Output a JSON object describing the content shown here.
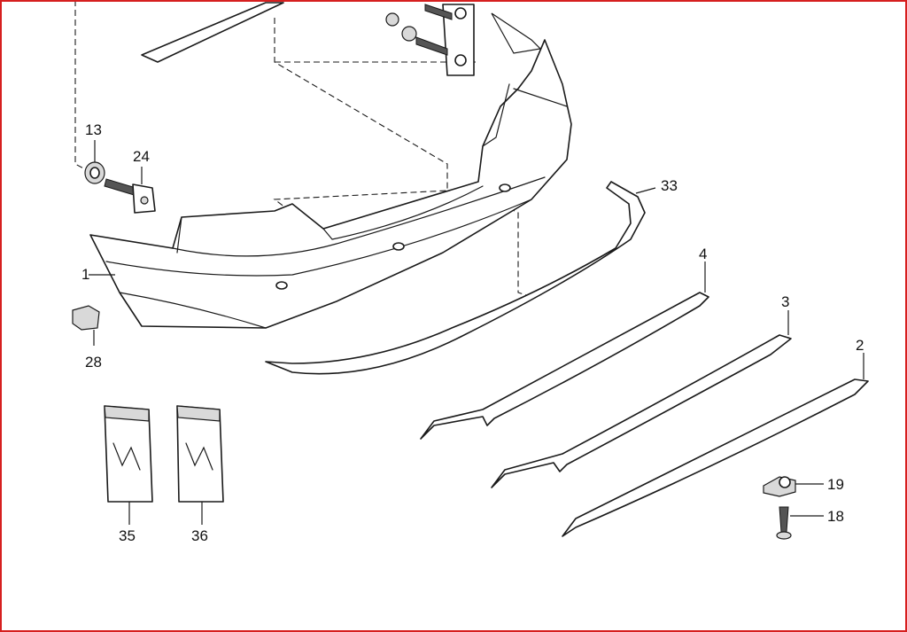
{
  "diagram": {
    "colors": {
      "line": "#1a1a1a",
      "frame_border": "#d61f1f",
      "background": "#ffffff"
    },
    "callouts": [
      {
        "id": "c1",
        "label": "1"
      },
      {
        "id": "c2",
        "label": "2"
      },
      {
        "id": "c3",
        "label": "3"
      },
      {
        "id": "c4",
        "label": "4"
      },
      {
        "id": "c13",
        "label": "13"
      },
      {
        "id": "c18",
        "label": "18"
      },
      {
        "id": "c19",
        "label": "19"
      },
      {
        "id": "c24",
        "label": "24"
      },
      {
        "id": "c28",
        "label": "28"
      },
      {
        "id": "c33",
        "label": "33"
      },
      {
        "id": "c35",
        "label": "35"
      },
      {
        "id": "c36",
        "label": "36"
      }
    ]
  }
}
